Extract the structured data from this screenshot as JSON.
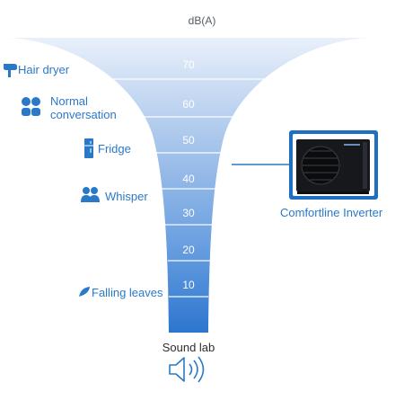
{
  "diagram": {
    "unit_label": "dB(A)",
    "levels": [
      "70",
      "60",
      "50",
      "40",
      "30",
      "20",
      "10"
    ],
    "sources": [
      {
        "label": "Hair dryer",
        "icon": "hair-dryer-icon",
        "db": 70
      },
      {
        "label": "Normal conversation",
        "line1": "Normal",
        "line2": "conversation",
        "icon": "conversation-icon",
        "db": 60
      },
      {
        "label": "Fridge",
        "icon": "fridge-icon",
        "db": 50
      },
      {
        "label": "Whisper",
        "icon": "whisper-icon",
        "db": 30
      },
      {
        "label": "Falling leaves",
        "icon": "leaf-icon",
        "db": 10
      }
    ],
    "product": {
      "label": "Comfortline Inverter",
      "db": 40,
      "icon": "heat-pump-unit-icon"
    },
    "caption": "Sound lab",
    "caption_icon": "speaker-icon",
    "colors": {
      "accent": "#2a79c9",
      "funnel_top": "#e6eef9",
      "funnel_bottom": "#2e78d0",
      "unit_dark": "#16181c",
      "unit_frame": "#1f6fc1"
    }
  }
}
